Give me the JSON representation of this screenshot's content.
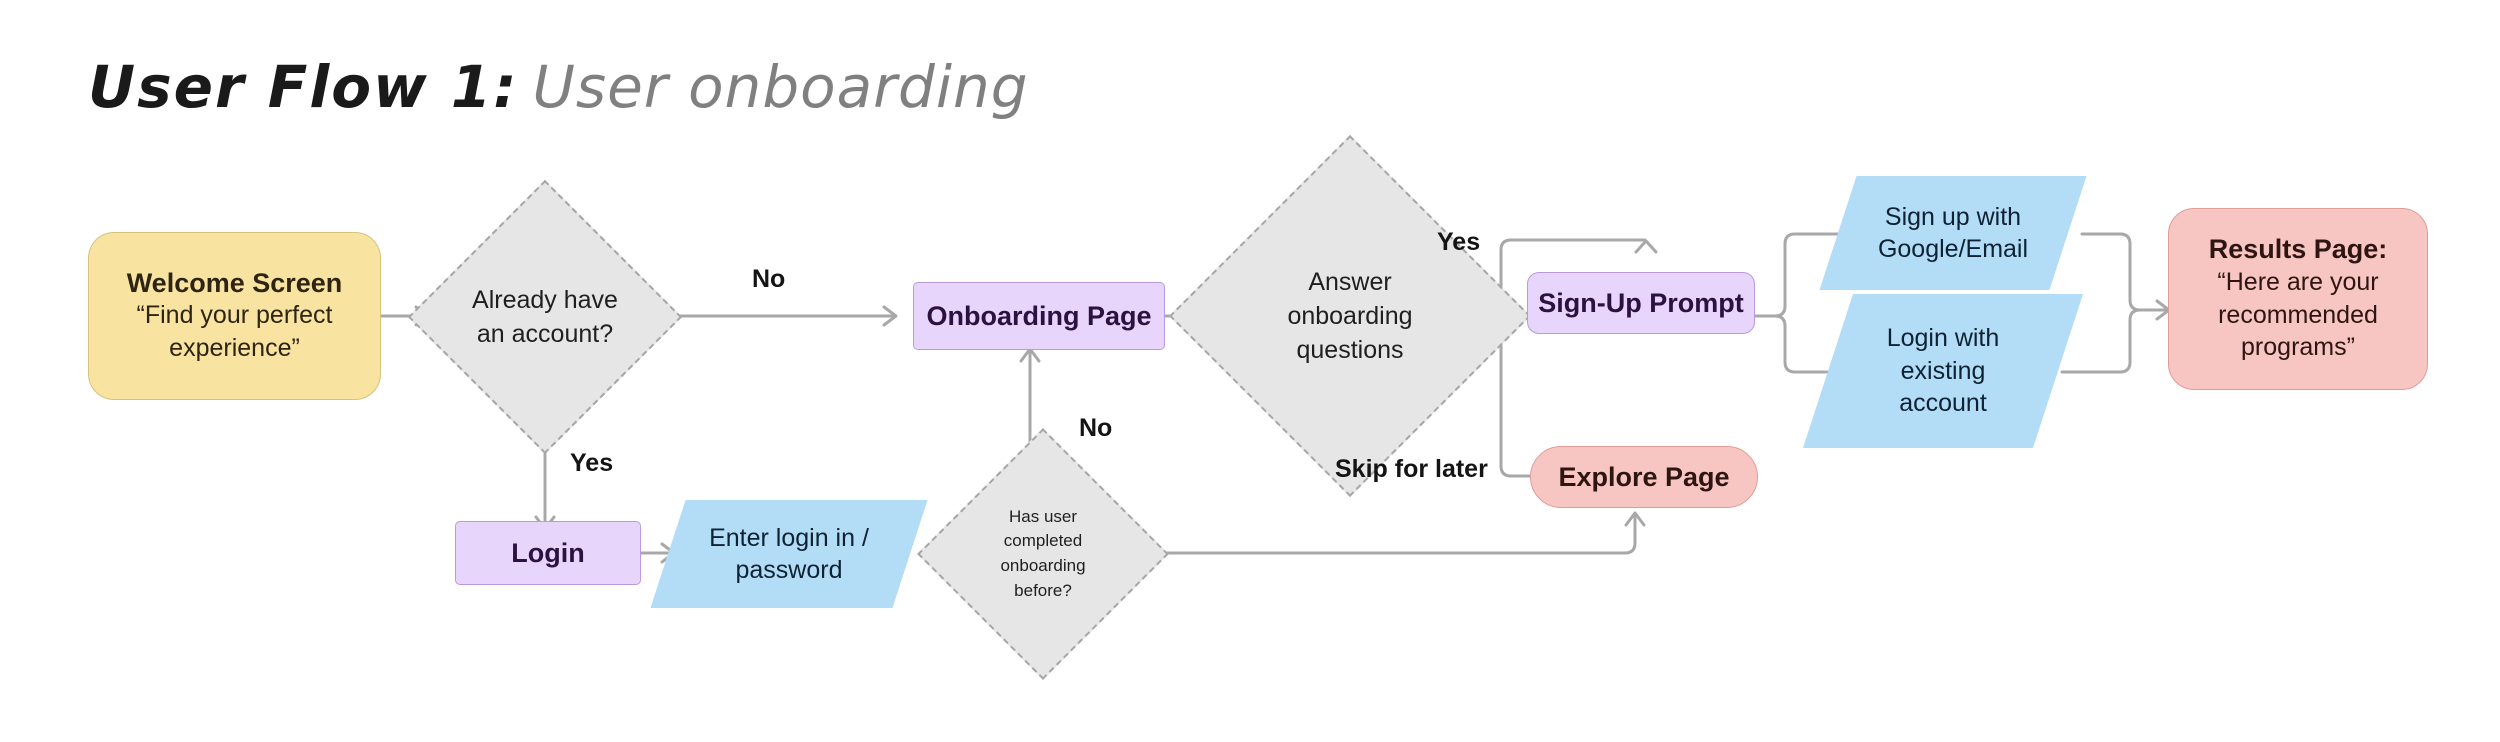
{
  "title": {
    "main": "User Flow 1:",
    "sub": "User onboarding"
  },
  "colors": {
    "welcome_fill": "#f8e3a1",
    "welcome_border": "#d9c17f",
    "welcome_text": "#2e2414",
    "diamond_fill": "#e6e6e6",
    "diamond_border": "#a6a6a6",
    "purple_fill": "#e8d5fb",
    "purple_border": "#b99adf",
    "purple_text": "#2c1240",
    "blue_fill": "#b3ddf7",
    "blue_text": "#0e2233",
    "pink_fill": "#f8c6c2",
    "pink_border": "#e09c97",
    "pink_text": "#2e1512",
    "edge_stroke": "#a8a8a8",
    "label_text": "#141414",
    "title_main": "#1a1a1a",
    "title_sub": "#808080"
  },
  "nodes": {
    "welcome": {
      "title": "Welcome Screen",
      "subtitle": "“Find your perfect experience”"
    },
    "has_account": {
      "label": "Already have an account?"
    },
    "onboarding_page": {
      "title": "Onboarding Page"
    },
    "answer_questions": {
      "label": "Answer onboarding questions"
    },
    "signup_prompt": {
      "title": "Sign-Up Prompt"
    },
    "explore_page": {
      "title": "Explore Page"
    },
    "signup_google": {
      "label": "Sign up with Google/Email"
    },
    "login_existing": {
      "label": "Login with existing account"
    },
    "results_page": {
      "title": "Results Page:",
      "subtitle": "“Here are your recommended programs”"
    },
    "login": {
      "title": "Login"
    },
    "enter_credentials": {
      "label": "Enter login in / password"
    },
    "completed_onboarding": {
      "label": "Has user completed onboarding before?"
    }
  },
  "edge_labels": {
    "no_top": "No",
    "yes_down": "Yes",
    "yes_right": "Yes",
    "skip_for_later": "Skip for later",
    "no_bottom": "No"
  }
}
